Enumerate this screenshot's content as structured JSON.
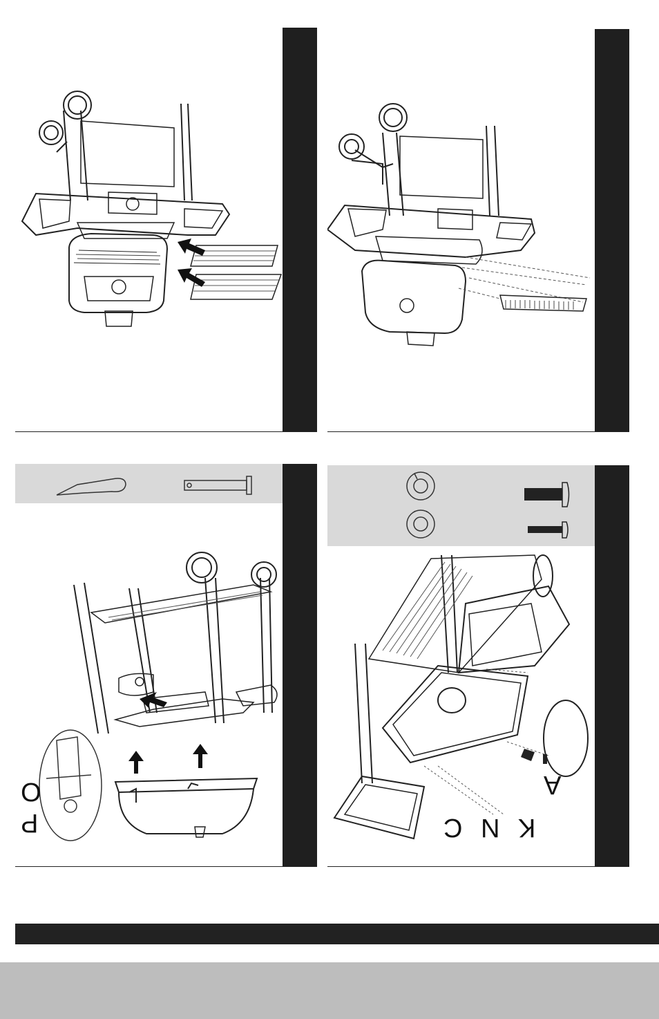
{
  "panels": {
    "step_top_left": {},
    "step_top_right": {},
    "step_bottom_left": {
      "callouts": {
        "o": "O",
        "p": "P"
      }
    },
    "step_bottom_right": {
      "callouts": {
        "a": "A",
        "knc": "K N C"
      }
    }
  },
  "colors": {
    "sidebar": "#1f1f1f",
    "hardware_strip": "#d9d9d9",
    "bottom_bar": "#222222",
    "footer_band": "#bdbdbd"
  },
  "icons": [
    "arrow-icon",
    "cotter-pin-icon",
    "clevis-pin-icon",
    "lock-washer-icon",
    "flat-washer-icon",
    "bolt-icon"
  ]
}
